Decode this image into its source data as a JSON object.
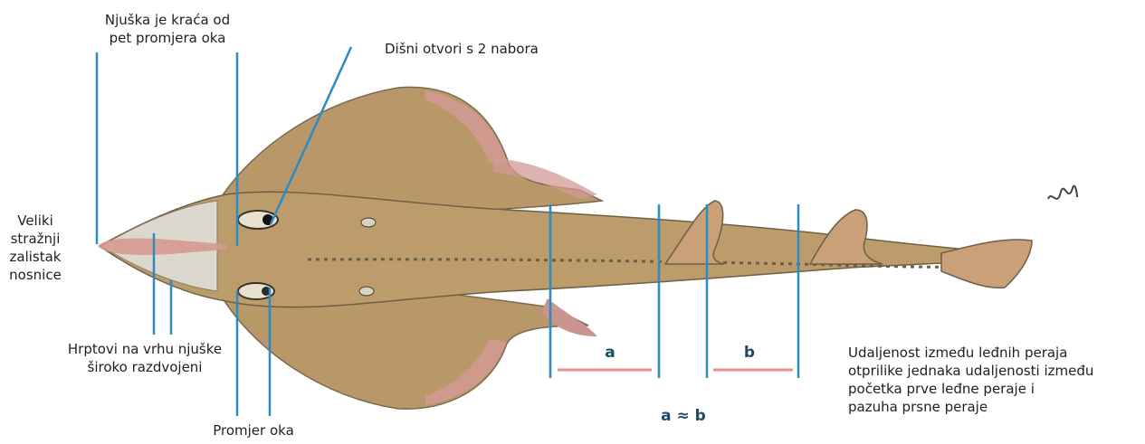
{
  "labels": {
    "snout_short": [
      "Njuška je kraća od",
      "pet promjera oka"
    ],
    "spiracles": "Dišni otvori s 2 nabora",
    "nasal_flap": [
      "Veliki",
      "stražnji",
      "zalistak",
      "nosnice"
    ],
    "snout_ridges": [
      "Hrptovi na vrhu njuške",
      "široko razdvojeni"
    ],
    "eye_diameter": "Promjer oka",
    "dist_a": "a",
    "dist_b": "b",
    "a_approx_b": "a ≈ b",
    "fin_distance_note": [
      "Udaljenost između leđnih peraja",
      "otprilike jednaka udaljenosti između",
      "početka prve leđne peraje i",
      "pazuha prsne peraje"
    ]
  },
  "colors": {
    "leader": "#2a8cc4",
    "measure": "#e8908a",
    "body": "#b8976a",
    "fin_edge": "#c98b86",
    "snout_pale": "#dedad2",
    "label_accent": "#1e4a66"
  }
}
